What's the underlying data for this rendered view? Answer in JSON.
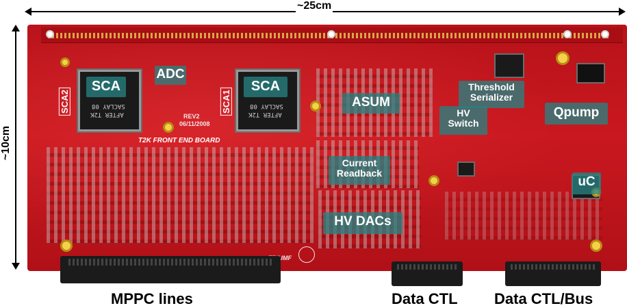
{
  "dimensions": {
    "width_label": "~25cm",
    "height_label": "~10cm"
  },
  "board": {
    "silkscreen": {
      "board_name": "T2K FRONT END BOARD",
      "sca2_side": "SCA2",
      "sca1_side": "SCA1",
      "chip_marking_line1": "AFTER T2K",
      "chip_marking_line2": "SACLAY 08",
      "rev": "REV2",
      "date": "06/11/2008",
      "maker": "TRIUMF"
    },
    "labels": {
      "sca_left": "SCA",
      "sca_right": "SCA",
      "adc": "ADC",
      "asum": "ASUM",
      "threshold_serializer": "Threshold\nSerializer",
      "hv_switch": "HV\nSwitch",
      "qpump": "Qpump",
      "current_readback": "Current\nReadback",
      "hv_dacs": "HV DACs",
      "uc": "uC"
    }
  },
  "captions": {
    "mppc_lines": "MPPC lines",
    "data_ctl": "Data CTL",
    "data_ctl_bus": "Data CTL/Bus"
  },
  "colors": {
    "board_red": "#c4141a",
    "label_box": "#2a8a8a",
    "chip_body": "#1a1a1a"
  }
}
